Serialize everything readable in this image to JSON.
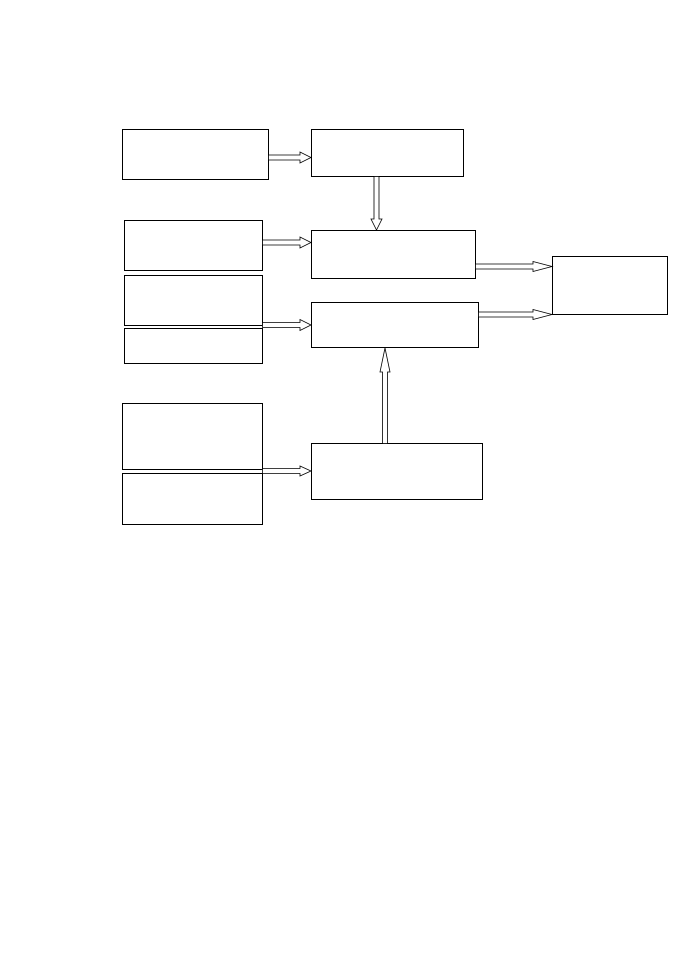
{
  "diagram": {
    "type": "block-flowchart",
    "boxes": [
      {
        "id": "input-a",
        "label": ""
      },
      {
        "id": "stage-top",
        "label": ""
      },
      {
        "id": "input-b",
        "label": ""
      },
      {
        "id": "input-c",
        "label": ""
      },
      {
        "id": "input-d",
        "label": ""
      },
      {
        "id": "process-upper",
        "label": ""
      },
      {
        "id": "process-lower",
        "label": ""
      },
      {
        "id": "output",
        "label": ""
      },
      {
        "id": "input-e",
        "label": ""
      },
      {
        "id": "input-f",
        "label": ""
      },
      {
        "id": "stage-bottom",
        "label": ""
      }
    ],
    "connections": [
      {
        "from": "input-a",
        "to": "stage-top"
      },
      {
        "from": "stage-top",
        "to": "process-upper"
      },
      {
        "from": "input-b",
        "to": "process-upper"
      },
      {
        "from": "input-c",
        "to": "process-lower"
      },
      {
        "from": "process-upper",
        "to": "output"
      },
      {
        "from": "process-lower",
        "to": "output"
      },
      {
        "from": "stage-bottom",
        "to": "process-lower"
      },
      {
        "from": "input-e",
        "to": "stage-bottom"
      }
    ]
  }
}
